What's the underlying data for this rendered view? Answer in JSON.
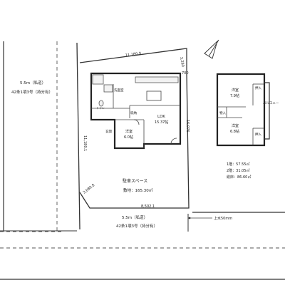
{
  "roads": {
    "left": {
      "width": "5.5m（私道）",
      "article": "42条1項3号（持分有）"
    },
    "bottom": {
      "width": "5.5m（私道）",
      "article": "42条1項3号（持分有）"
    }
  },
  "site": {
    "parking": "駐車スペース",
    "area": "敷地：165.30㎡",
    "dims": {
      "top": "11,180.9",
      "left": "11,180.1",
      "right": "16,076",
      "bottom": "8,502.1",
      "corner_top_right": "3,280",
      "corner_bottom_left": "3,080.8",
      "top_right_small": "700"
    }
  },
  "floor1": {
    "ldk": {
      "name": "LDK",
      "size": "15.37帖"
    },
    "room": {
      "name": "洋室",
      "size": "6.0帖"
    },
    "washroom": "洗面室",
    "toilet": "トイレ",
    "storage": "収納",
    "entrance": "玄関"
  },
  "floor2": {
    "room_top": {
      "name": "洋室",
      "size": "7.9帖"
    },
    "room_bottom": {
      "name": "洋室",
      "size": "6.8帖"
    },
    "closet": "押入",
    "storage": "物入",
    "balcony": "バルコニー"
  },
  "areas": {
    "f1": "1階：57.55㎡",
    "f2": "2階：31.05㎡",
    "total": "総床：86.60㎡"
  },
  "water": "上水50mm"
}
